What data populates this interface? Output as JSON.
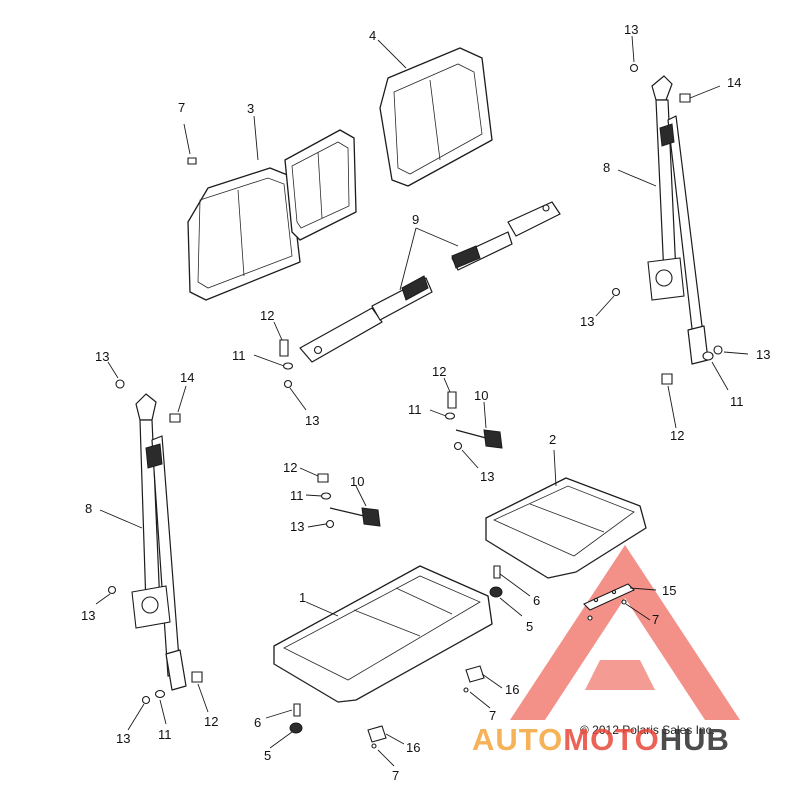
{
  "callouts": {
    "c1": "1",
    "c2": "2",
    "c3": "3",
    "c4": "4",
    "c5a": "5",
    "c5b": "5",
    "c6a": "6",
    "c6b": "6",
    "c7a": "7",
    "c7b": "7",
    "c7c": "7",
    "c7d": "7",
    "c8a": "8",
    "c8b": "8",
    "c9": "9",
    "c10a": "10",
    "c10b": "10",
    "c11a": "11",
    "c11b": "11",
    "c11c": "11",
    "c11d": "11",
    "c11e": "11",
    "c12a": "12",
    "c12b": "12",
    "c12c": "12",
    "c12d": "12",
    "c12e": "12",
    "c13a": "13",
    "c13b": "13",
    "c13c": "13",
    "c13d": "13",
    "c13e": "13",
    "c13f": "13",
    "c13g": "13",
    "c13h": "13",
    "c13i": "13",
    "c14a": "14",
    "c14b": "14",
    "c15": "15",
    "c16a": "16",
    "c16b": "16"
  },
  "copyright": "© 2012 Polaris Sales Inc.",
  "watermark": {
    "part1": "AUTO",
    "part2": "MOTO",
    "part3": "HUB",
    "color_red": "#e8473a",
    "color_orange": "#f4a53c",
    "color_dark": "#2d2d2d"
  }
}
